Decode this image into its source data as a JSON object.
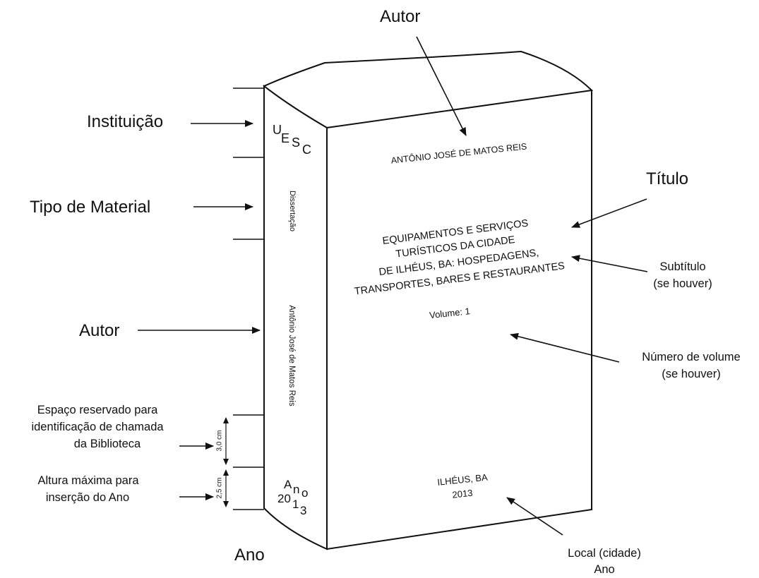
{
  "labels": {
    "autor_top": "Autor",
    "instituicao": "Instituição",
    "tipo_material": "Tipo de Material",
    "autor_left": "Autor",
    "espaco_line1": "Espaço reservado para",
    "espaco_line2": "identificação de chamada",
    "espaco_line3": "da Biblioteca",
    "altura_line1": "Altura máxima para",
    "altura_line2": "inserção do Ano",
    "ano_bottom": "Ano",
    "titulo": "Título",
    "subtitulo_line1": "Subtítulo",
    "subtitulo_line2": "(se houver)",
    "numero_line1": "Número de volume",
    "numero_line2": "(se houver)",
    "local_line1": "Local (cidade)",
    "local_line2": "Ano"
  },
  "spine": {
    "uesc_u": "U",
    "uesc_e": "E",
    "uesc_s": "S",
    "uesc_c": "C",
    "material": "Dissertação",
    "author": "Antônio José de Matos Reis",
    "ano_a": "A",
    "ano_n": "n",
    "ano_o": "o",
    "year_20": "20",
    "year_1": "1",
    "year_3": "3",
    "measure_3cm": "3,0 cm",
    "measure_25cm": "2,5 cm"
  },
  "cover": {
    "author": "ANTÔNIO JOSÉ DE MATOS REIS",
    "title_line1": "EQUIPAMENTOS E SERVIÇOS",
    "title_line2": "TURÍSTICOS DA CIDADE",
    "title_line3": "DE ILHÉUS, BA: HOSPEDAGENS,",
    "title_line4": "TRANSPORTES, BARES E RESTAURANTES",
    "volume": "Volume: 1",
    "city": "ILHÉUS, BA",
    "year": "2013"
  }
}
